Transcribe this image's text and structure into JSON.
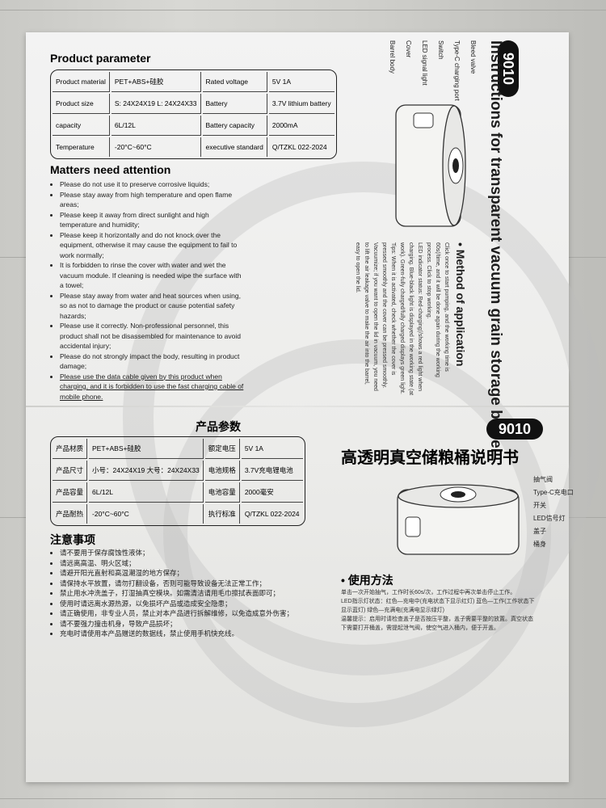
{
  "english": {
    "model_badge": "9010",
    "title": "Instructions for transparent vacuum grain storage barrel",
    "parts": [
      "Bleed valve",
      "Type-C charging port",
      "Switch",
      "LED signal light",
      "Cover",
      "Barrel body"
    ],
    "method_heading": "Method of application",
    "method_lines": [
      "Click once to start pumping, and the working time is 60s(/time, and it will be done again during the working process. Click to stop working.",
      "LED indicator status: Red-charging(/shows a red light when charging. Blue-black light is displayed in the working state (at work). Green-fully charged/fully charged displays green light.",
      "Tips: When it is activated, check whether the cover is pressed smoothly and the cover can be pressed smoothly. Vacuumize; if you want to open the lid in vacuum, you need to lift the air leakage valve to make the air into the barrel, easy to open the lid."
    ],
    "param_heading": "Product parameter",
    "param_rows": [
      [
        "Product material",
        "PET+ABS+硅胶",
        "Rated voltage",
        "5V  1A"
      ],
      [
        "Product size",
        "S:  24X24X19\nL:  24X24X33",
        "Battery",
        "3.7V lithium battery"
      ],
      [
        "capacity",
        "6L/12L",
        "Battery capacity",
        "2000mA"
      ],
      [
        "Temperature",
        "-20°C~60°C",
        "executive standard",
        "Q/TZKL  022-2024"
      ]
    ],
    "attention_heading": "Matters need attention",
    "notes": [
      "Please do not use it to preserve corrosive liquids;",
      "Please stay away from high temperature and open flame areas;",
      "Please keep it away from direct sunlight and high temperature and humidity;",
      "Please keep it horizontally and do not knock over the equipment, otherwise it may cause the equipment to fail to work normally;",
      "It is forbidden to rinse the cover with water and wet the vacuum module. If cleaning is needed wipe the surface with a towel;",
      "Please stay away from water and heat sources when using, so as not to damage the product or cause potential safety hazards;",
      "Please use it correctly. Non-professional personnel, this product shall not be disassembled for maintenance to avoid accidental injury;",
      "Please do not strongly impact the body, resulting in product damage;",
      "Please use the data cable given by this product when charging, and it is forbidden to use the fast charging cable of mobile phone."
    ]
  },
  "chinese": {
    "model_badge": "9010",
    "title": "高透明真空储粮桶说明书",
    "parts": [
      "抽气阀",
      "Type-C充电口",
      "开关",
      "LED信号灯",
      "盖子",
      "桶身"
    ],
    "method_heading": "使用方法",
    "method_lines": [
      "单击一次开始抽气，工作时长60s/次，工作过程中再次单击停止工作。",
      "LED指示灯状态：红色—充电中(充电状态下显示红灯)  蓝色—工作(工作状态下显示蓝灯)  绿色—充满电(充满电显示绿灯)",
      "温馨提示：启用时请检查盖子是否按压平整，盖子需要平整的放置。真空状态下需要打开桶盖，需提起泄气阀，使空气进入桶内，便于开盖。"
    ],
    "param_heading": "产品参数",
    "param_rows": [
      [
        "产品材质",
        "PET+ABS+硅胶",
        "额定电压",
        "5V  1A"
      ],
      [
        "产品尺寸",
        "小号：24X24X19\n大号：24X24X33",
        "电池规格",
        "3.7V充电锂电池"
      ],
      [
        "产品容量",
        "6L/12L",
        "电池容量",
        "2000毫安"
      ],
      [
        "产品耐热",
        "-20°C~60°C",
        "执行标准",
        "Q/TZKL  022-2024"
      ]
    ],
    "attention_heading": "注意事项",
    "notes": [
      "请不要用于保存腐蚀性液体；",
      "请远离高温、明火区域；",
      "请避开阳光直射和高温潮湿的地方保存；",
      "请保持水平放置，请勿打翻设备，否则可能导致设备无法正常工作；",
      "禁止用水冲洗盖子，打湿抽真空模块。如需清洁请用毛巾擦拭表面即可；",
      "使用时请远离水源热源，以免损坏产品或造成安全隐患；",
      "请正确使用，非专业人员，禁止对本产品进行拆解维修，以免造成意外伤害；",
      "请不要强力撞击机身，导致产品损坏；",
      "充电时请使用本产品赠送的数据线，禁止使用手机快充线。"
    ]
  },
  "colors": {
    "paper": "#eeeeec",
    "ink": "#1d1d1d",
    "badge": "#111111",
    "floor": "#cfcfcb"
  }
}
